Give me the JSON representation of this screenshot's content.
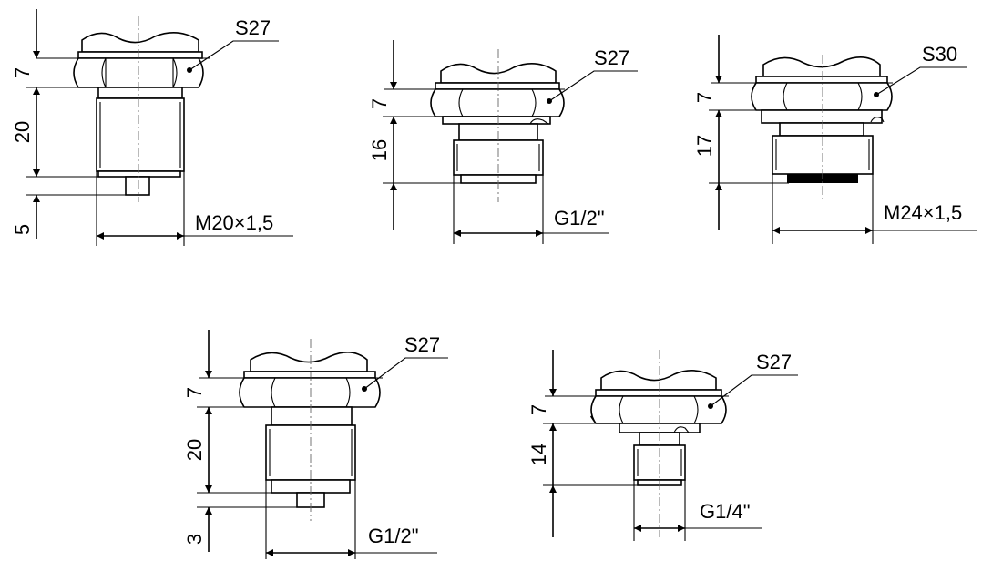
{
  "figure": {
    "fittings": [
      {
        "wrench": "S27",
        "thread": "M20×1,5",
        "dims": [
          "7",
          "20",
          "5"
        ]
      },
      {
        "wrench": "S27",
        "thread": "G1/2\"",
        "dims": [
          "7",
          "16"
        ]
      },
      {
        "wrench": "S30",
        "thread": "M24×1,5",
        "dims": [
          "7",
          "17"
        ]
      },
      {
        "wrench": "S27",
        "thread": "G1/2\"",
        "dims": [
          "7",
          "20",
          "3"
        ]
      },
      {
        "wrench": "S27",
        "thread": "G1/4\"",
        "dims": [
          "7",
          "14"
        ]
      }
    ]
  },
  "colors": {
    "line": "#000000",
    "background": "#ffffff",
    "centerline": "#666666"
  }
}
